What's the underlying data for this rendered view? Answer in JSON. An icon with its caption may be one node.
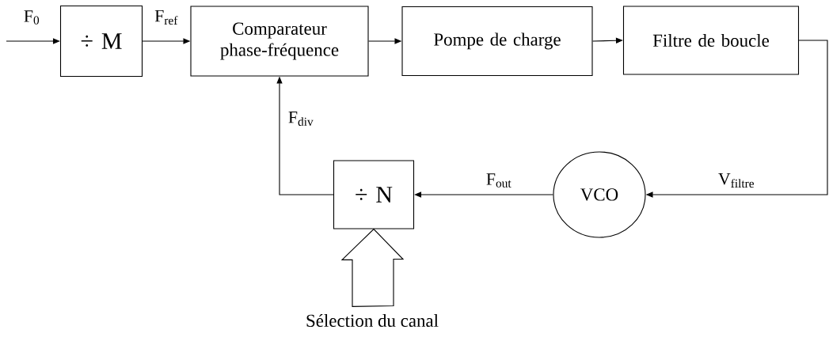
{
  "diagram": {
    "nodes": [
      {
        "text": [
          "÷ M"
        ]
      },
      {
        "text": [
          "Comparateur phase-fréquence"
        ]
      },
      {
        "text": [
          "Pompe de charge"
        ]
      },
      {
        "text": [
          "Filtre de boucle"
        ]
      },
      {
        "text": [
          "÷ N"
        ]
      },
      {
        "text": [
          "VCO"
        ]
      },
      {
        "text": [
          "Sélection du canal"
        ]
      }
    ],
    "edges": [
      {
        "from": null,
        "to": 0,
        "arrow": "to",
        "label": "F$_{0}$"
      },
      {
        "from": 0,
        "to": 1,
        "arrow": "to",
        "label": "F$_{ref}$"
      },
      {
        "from": 1,
        "to": 2,
        "arrow": "to"
      },
      {
        "from": 2,
        "to": 3,
        "arrow": "to"
      },
      {
        "from": 3,
        "to": 5,
        "arrow": "to",
        "label": "V$_{filtre}$"
      },
      {
        "from": 5,
        "to": 4,
        "arrow": "to",
        "label": "F$_{out}$"
      },
      {
        "from": 4,
        "to": 1,
        "arrow": "to",
        "label": "F$_{div}$"
      },
      {
        "from": 6,
        "to": 4,
        "arrow": "to",
        "style": "thick"
      }
    ]
  }
}
